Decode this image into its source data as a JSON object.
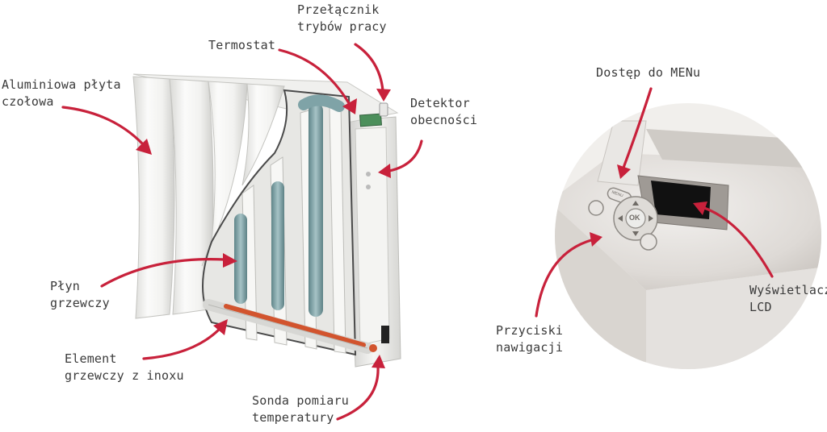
{
  "radiator": {
    "labels": {
      "plate": [
        "Aluminiowa płyta",
        "czołowa"
      ],
      "thermostat": [
        "Termostat"
      ],
      "mode_switch": [
        "Przełącznik",
        "trybów pracy"
      ],
      "presence": [
        "Detektor",
        "obecności"
      ],
      "fluid": [
        "Płyn",
        "grzewczy"
      ],
      "heater": [
        "Element",
        "grzewczy z inoxu"
      ],
      "probe": [
        "Sonda pomiaru",
        "temperatury"
      ]
    }
  },
  "panel": {
    "labels": {
      "menu": [
        "Dostęp do MENu"
      ],
      "lcd": [
        "Wyświetlacz",
        "LCD"
      ],
      "nav": [
        "Przyciski",
        "nawigacji"
      ]
    },
    "buttons": {
      "ok": "OK",
      "menu": "MENU"
    }
  },
  "colors": {
    "arrow": "#c8213b",
    "fluid": "#7fa3a7",
    "heater": "#d2542e",
    "radiator": "#eeeeec",
    "lcd": "#111111"
  }
}
